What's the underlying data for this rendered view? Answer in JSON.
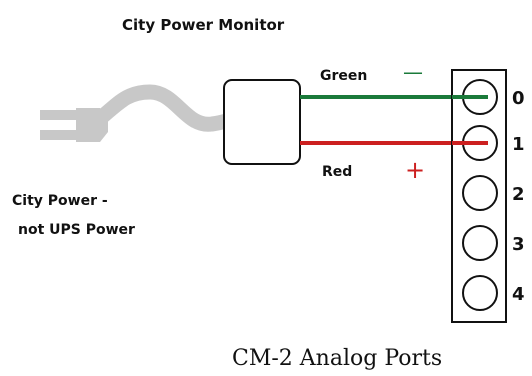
{
  "title": "City Power Monitor",
  "source_label_line1": "City Power -",
  "source_label_line2": "not UPS Power",
  "green_wire": {
    "label": "Green",
    "sign": "—",
    "color": "#1a7a3a"
  },
  "red_wire": {
    "label": "Red",
    "sign": "+",
    "color": "#cc2020"
  },
  "plug_color": "#c8c8c8",
  "port_block_label": "CM-2 Analog Ports",
  "port_count": 5,
  "port_numbers": [
    "0",
    "1",
    "2",
    "3",
    "4"
  ]
}
